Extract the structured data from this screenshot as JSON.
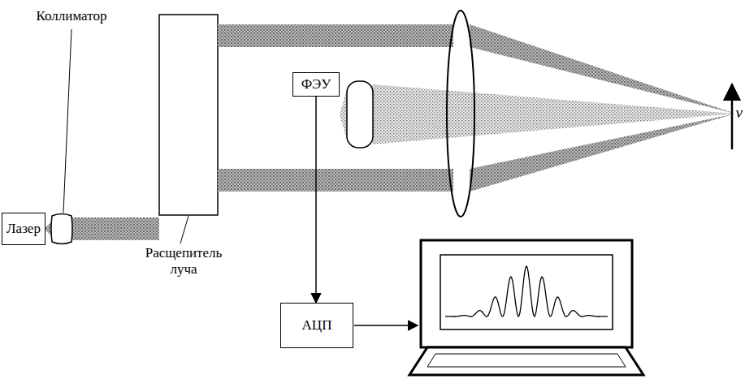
{
  "diagram": {
    "nodes": [
      {
        "text": [
          "Лазер"
        ]
      },
      {
        "text": [
          "ФЭУ"
        ]
      },
      {
        "text": [
          "АЦП"
        ]
      }
    ],
    "edges": [
      {
        "from": 1,
        "to": 2,
        "arrow": "to"
      }
    ],
    "labels": [
      "Коллиматор",
      "Расщепитель луча",
      "v"
    ]
  }
}
